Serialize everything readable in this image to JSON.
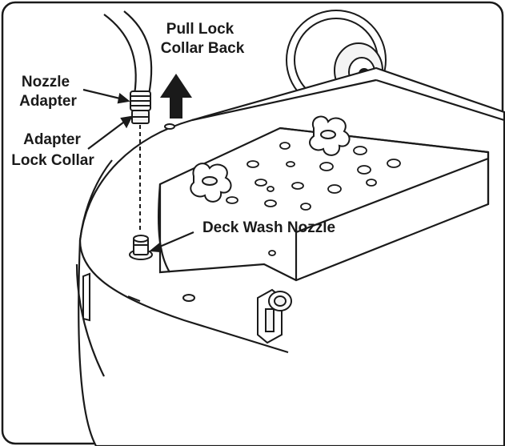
{
  "labels": {
    "pull_lock_line1": "Pull Lock",
    "pull_lock_line2": "Collar Back",
    "nozzle_adapter_line1": "Nozzle",
    "nozzle_adapter_line2": "Adapter",
    "adapter_lock_line1": "Adapter",
    "adapter_lock_line2": "Lock Collar",
    "deck_wash_nozzle": "Deck Wash Nozzle"
  },
  "colors": {
    "line": "#1a1a1a",
    "background": "#ffffff",
    "fill_light": "#f4f4f4"
  }
}
